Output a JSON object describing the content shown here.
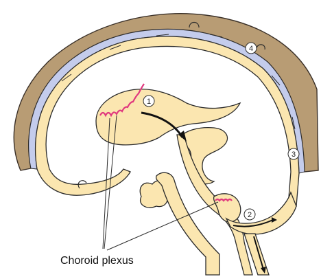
{
  "labels": {
    "choroid_plexus": "Choroid plexus"
  },
  "steps": [
    "1",
    "2",
    "3",
    "4"
  ],
  "colors": {
    "skull": "#b89c74",
    "skull_outline": "#3a3028",
    "csf_space": "#c4ccec",
    "brain_tissue": "#fbe6b0",
    "outline": "#2b2b2b",
    "choroid": "#e0387e",
    "flow_arrow": "#111111"
  }
}
